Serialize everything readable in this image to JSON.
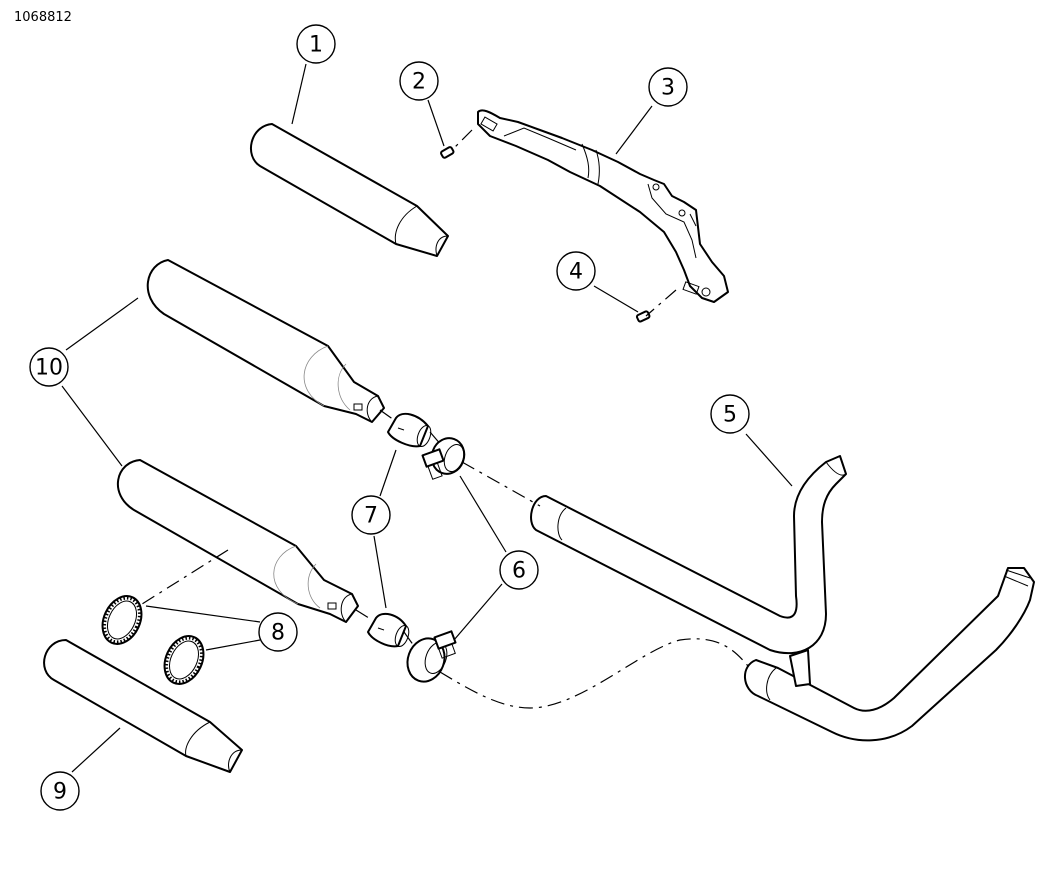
{
  "diagram": {
    "reference_number": "1068812",
    "callouts": {
      "c1": "1",
      "c2": "2",
      "c3": "3",
      "c4": "4",
      "c5": "5",
      "c6": "6",
      "c7": "7",
      "c8": "8",
      "c9": "9",
      "c10": "10"
    }
  }
}
